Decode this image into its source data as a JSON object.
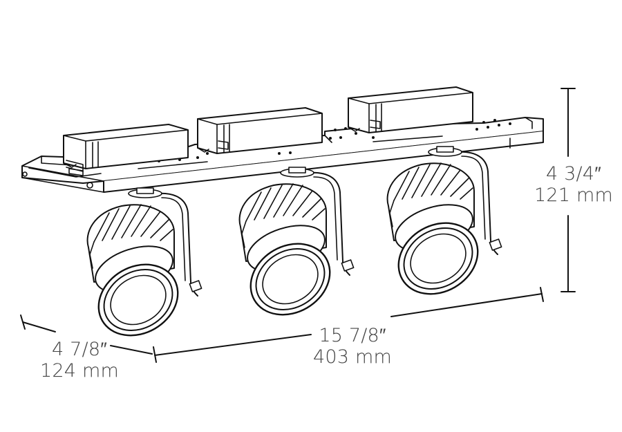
{
  "dimensions": {
    "height": {
      "imperial": "4 3/4″",
      "metric": "121 mm"
    },
    "length": {
      "imperial": "15 7/8″",
      "metric": "403 mm"
    },
    "depth": {
      "imperial": "4 7/8″",
      "metric": "124 mm"
    }
  },
  "colors": {
    "line": "#111111",
    "text": "#444444",
    "background": "#ffffff"
  },
  "icons": [
    "fixture-housing",
    "driver-box",
    "spotlight-head",
    "dimension-line"
  ]
}
